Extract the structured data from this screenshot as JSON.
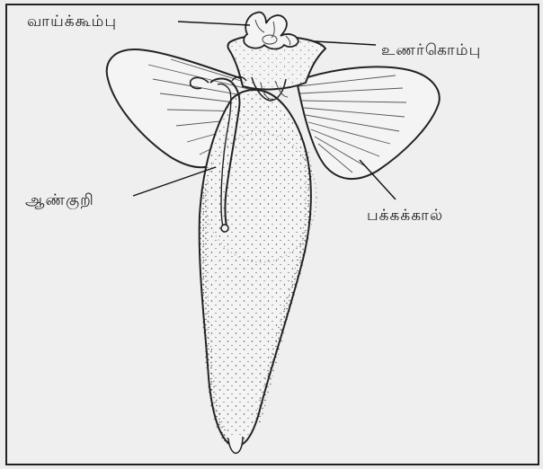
{
  "figure": {
    "labels": {
      "mouth_cone": "வாய்க்கூம்பு",
      "tentacle": "உணர்கொம்பு",
      "penis": "ஆண்குறி",
      "parapodium": "பக்கக்கால்"
    },
    "colors": {
      "background": "#efefef",
      "ink": "#222222",
      "body_fill": "#f4f4f4"
    }
  }
}
